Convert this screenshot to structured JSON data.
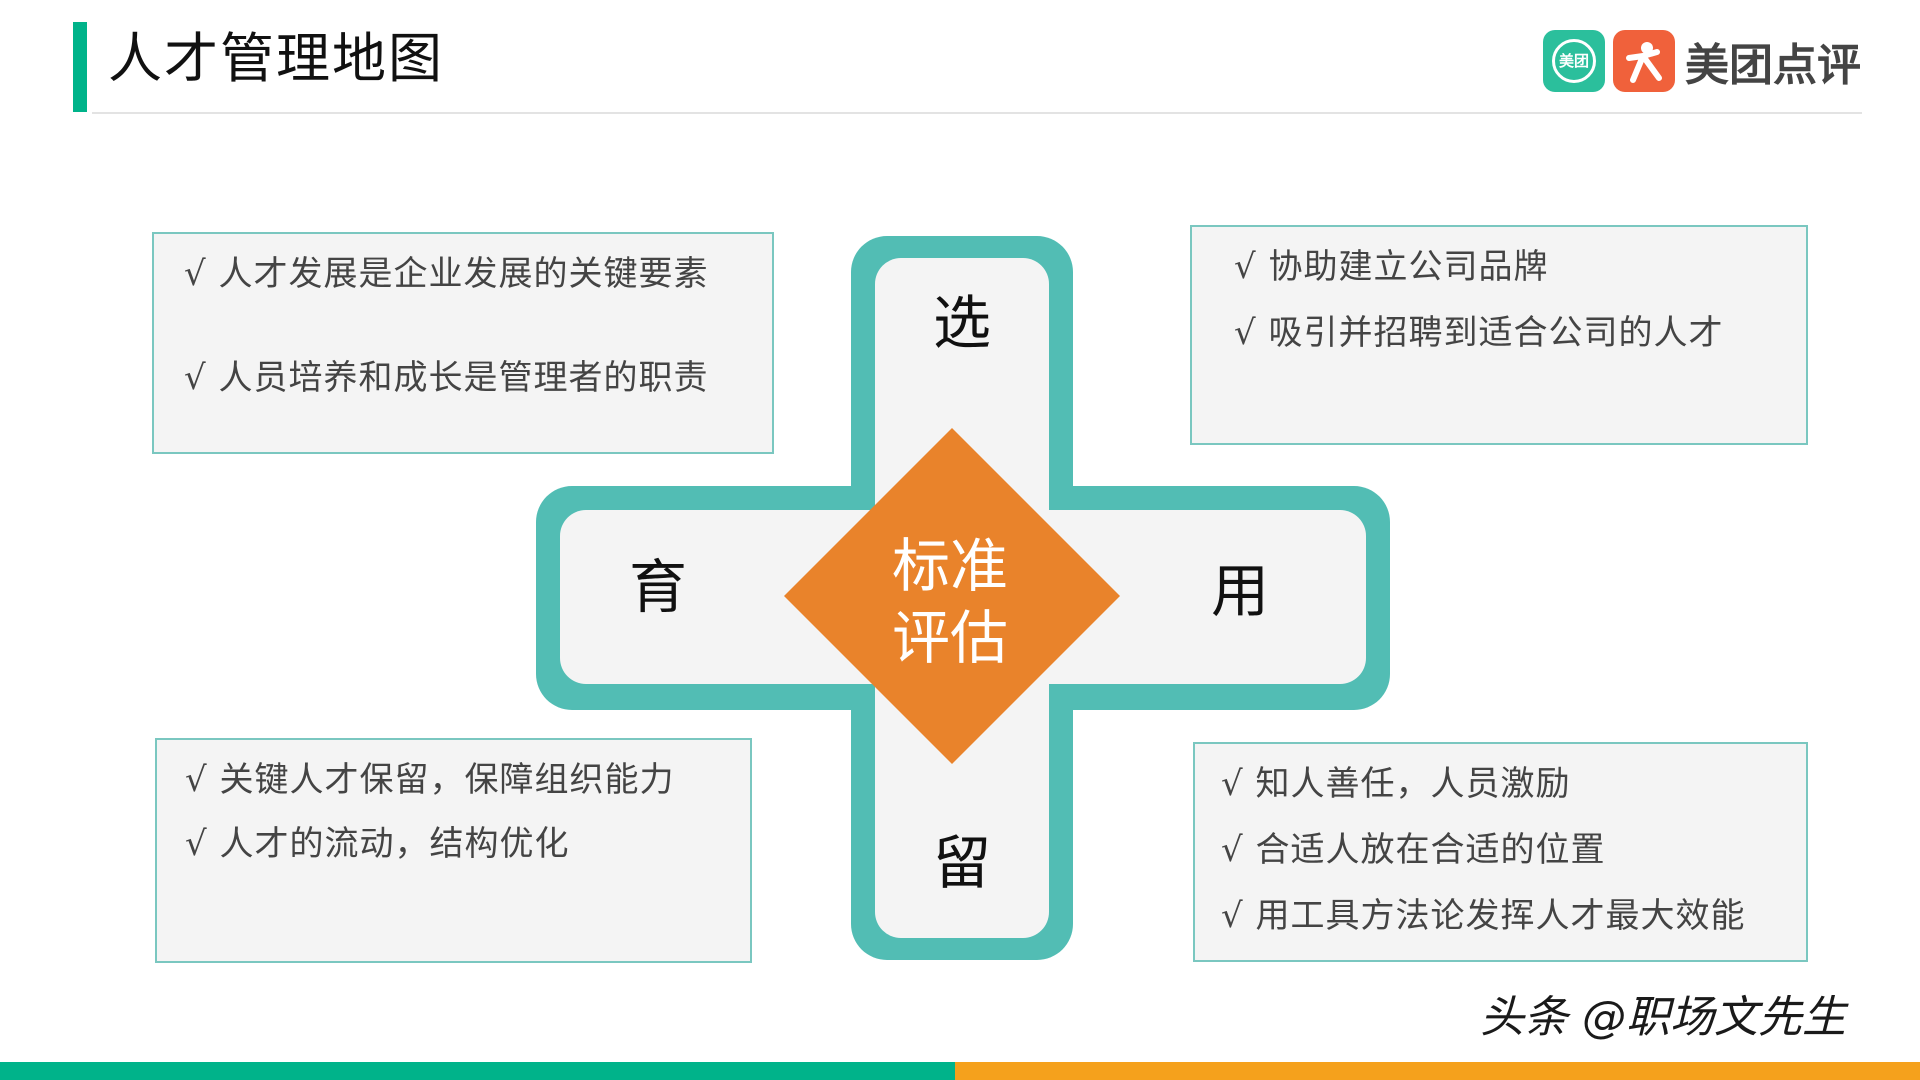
{
  "header": {
    "title": "人才管理地图",
    "logo": {
      "small_badge": "美团",
      "brand": "美团点评"
    }
  },
  "diagram": {
    "center": [
      "标准",
      "评估"
    ],
    "arms": {
      "top": "选",
      "right": "用",
      "bottom": "留",
      "left": "育"
    },
    "boxes": {
      "top_left": [
        "√ 人才发展是企业发展的关键要素",
        "√ 人员培养和成长是管理者的职责"
      ],
      "top_right": [
        "√  协助建立公司品牌",
        "√  吸引并招聘到适合公司的人才"
      ],
      "bottom_left": [
        "√  关键人才保留，保障组织能力",
        "√  人才的流动，结构优化"
      ],
      "bottom_right": [
        "√ 知人善任，人员激励",
        "√ 合适人放在合适的位置",
        "√ 用工具方法论发挥人才最大效能"
      ]
    }
  },
  "footer": {
    "watermark": "头条 @职场文先生"
  },
  "colors": {
    "accent_green": "#00b38a",
    "accent_orange": "#f5a11c",
    "cross_teal": "#52bdb4",
    "diamond_orange": "#e9832b"
  }
}
